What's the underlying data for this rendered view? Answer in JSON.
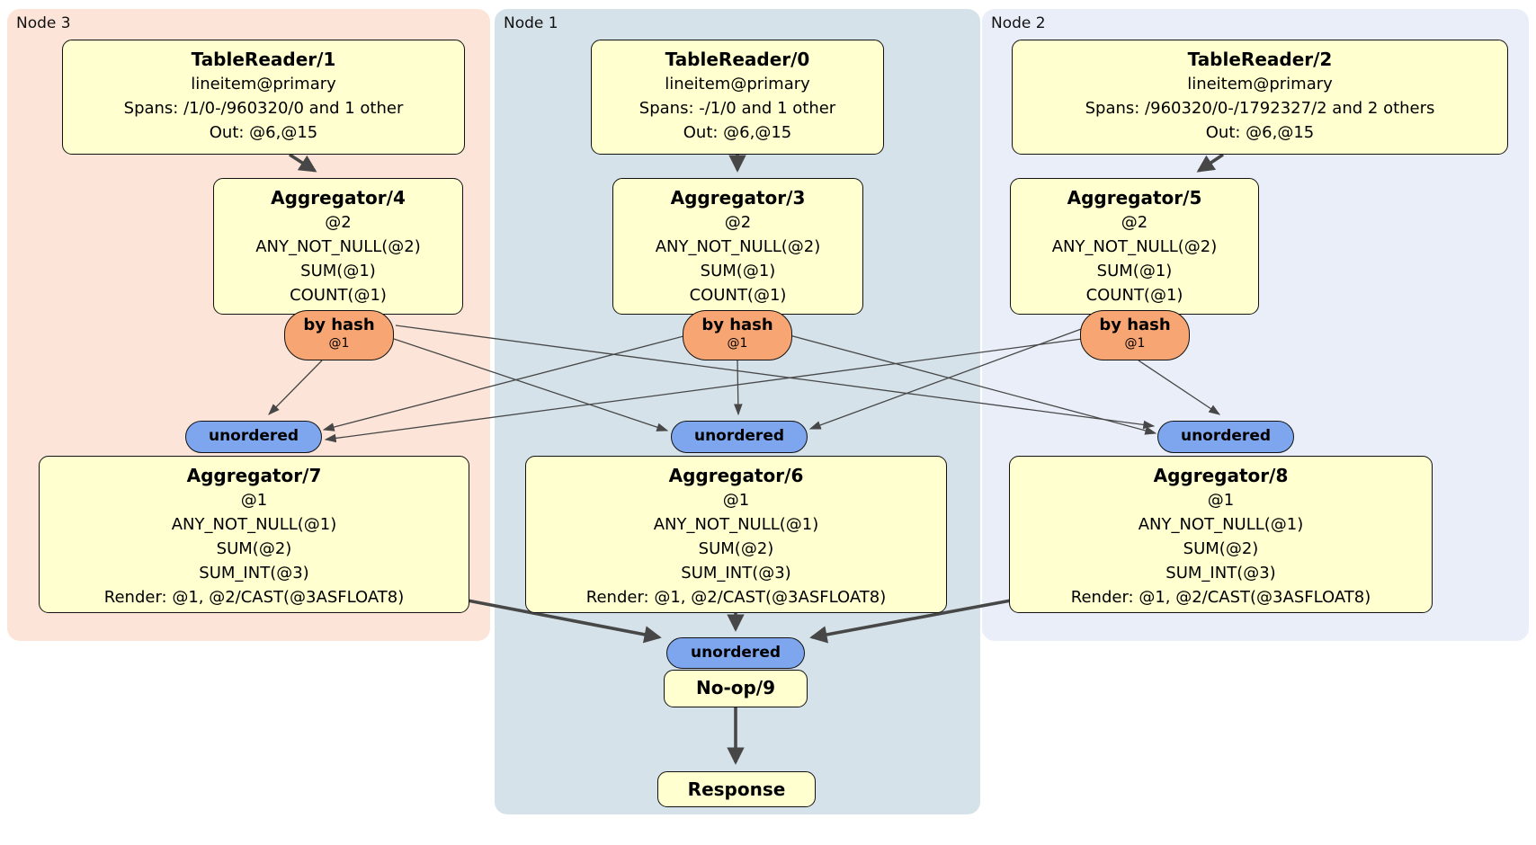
{
  "panels": {
    "node3": {
      "label": "Node 3"
    },
    "node1": {
      "label": "Node 1"
    },
    "node2": {
      "label": "Node 2"
    }
  },
  "processors": {
    "tr1": {
      "title": "TableReader/1",
      "lines": [
        "lineitem@primary",
        "Spans: /1/0-/960320/0 and 1 other",
        "Out: @6,@15"
      ]
    },
    "tr0": {
      "title": "TableReader/0",
      "lines": [
        "lineitem@primary",
        "Spans: -/1/0 and 1 other",
        "Out: @6,@15"
      ]
    },
    "tr2": {
      "title": "TableReader/2",
      "lines": [
        "lineitem@primary",
        "Spans: /960320/0-/1792327/2 and 2 others",
        "Out: @6,@15"
      ]
    },
    "agg4": {
      "title": "Aggregator/4",
      "lines": [
        "@2",
        "ANY_NOT_NULL(@2)",
        "SUM(@1)",
        "COUNT(@1)"
      ]
    },
    "agg3": {
      "title": "Aggregator/3",
      "lines": [
        "@2",
        "ANY_NOT_NULL(@2)",
        "SUM(@1)",
        "COUNT(@1)"
      ]
    },
    "agg5": {
      "title": "Aggregator/5",
      "lines": [
        "@2",
        "ANY_NOT_NULL(@2)",
        "SUM(@1)",
        "COUNT(@1)"
      ]
    },
    "agg7": {
      "title": "Aggregator/7",
      "lines": [
        "@1",
        "ANY_NOT_NULL(@1)",
        "SUM(@2)",
        "SUM_INT(@3)",
        "Render: @1, @2/CAST(@3ASFLOAT8)"
      ]
    },
    "agg6": {
      "title": "Aggregator/6",
      "lines": [
        "@1",
        "ANY_NOT_NULL(@1)",
        "SUM(@2)",
        "SUM_INT(@3)",
        "Render: @1, @2/CAST(@3ASFLOAT8)"
      ]
    },
    "agg8": {
      "title": "Aggregator/8",
      "lines": [
        "@1",
        "ANY_NOT_NULL(@1)",
        "SUM(@2)",
        "SUM_INT(@3)",
        "Render: @1, @2/CAST(@3ASFLOAT8)"
      ]
    },
    "noop": {
      "title": "No-op/9"
    },
    "resp": {
      "title": "Response"
    }
  },
  "routers": {
    "byhash3": {
      "label": "by hash",
      "detail": "@1"
    },
    "byhash1": {
      "label": "by hash",
      "detail": "@1"
    },
    "byhash2": {
      "label": "by hash",
      "detail": "@1"
    }
  },
  "syncs": {
    "unordered3": {
      "label": "unordered"
    },
    "unordered1": {
      "label": "unordered"
    },
    "unordered2": {
      "label": "unordered"
    },
    "unorderedc": {
      "label": "unordered"
    }
  },
  "colors": {
    "panel_node3_bg": "#fce5d8",
    "panel_node1_bg": "#d5e2ea",
    "panel_node2_bg": "#e9eef9",
    "processor_bg": "#ffffcf",
    "router_bg": "#f6a573",
    "sync_bg": "#7da6ee",
    "edge": "#474747",
    "border": "#111111"
  }
}
